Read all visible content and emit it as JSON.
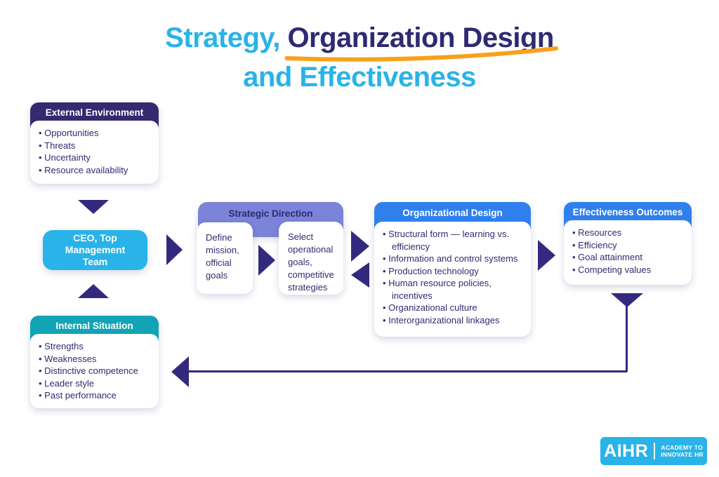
{
  "title": {
    "line1_part1": "Strategy, ",
    "line1_part2": "Organization Design",
    "line2": "and Effectiveness"
  },
  "boxes": {
    "external_environment": {
      "header": "External Environment",
      "items": [
        "Opportunities",
        "Threats",
        "Uncertainty",
        "Resource availability"
      ]
    },
    "ceo": {
      "label": "CEO, Top Management Team"
    },
    "internal_situation": {
      "header": "Internal Situation",
      "items": [
        "Strengths",
        "Weaknesses",
        "Distinctive competence",
        "Leader style",
        "Past performance"
      ]
    },
    "strategic_direction": {
      "header": "Strategic Direction",
      "step1": "Define mission, official goals",
      "step2": "Select operational goals, competitive strategies"
    },
    "organizational_design": {
      "header": "Organizational Design",
      "items": [
        "Structural form — learning vs. efficiency",
        "Information and control systems",
        "Production technology",
        "Human resource policies, incentives",
        "Organizational culture",
        "Interorganizational linkages"
      ]
    },
    "effectiveness_outcomes": {
      "header": "Effectiveness Outcomes",
      "items": [
        "Resources",
        "Efficiency",
        "Goal attainment",
        "Competing values"
      ]
    }
  },
  "logo": {
    "brand": "AIHR",
    "tagline_line1": "ACADEMY TO",
    "tagline_line2": "INNOVATE HR"
  },
  "colors": {
    "cyan": "#29b3e8",
    "navy": "#2e2a72",
    "orange": "#f9a01b",
    "dark_purple": "#332a70",
    "teal": "#12a3b4",
    "periwinkle": "#7b84d8",
    "bright_blue": "#2f80ed",
    "arrow_purple": "#332a80"
  }
}
